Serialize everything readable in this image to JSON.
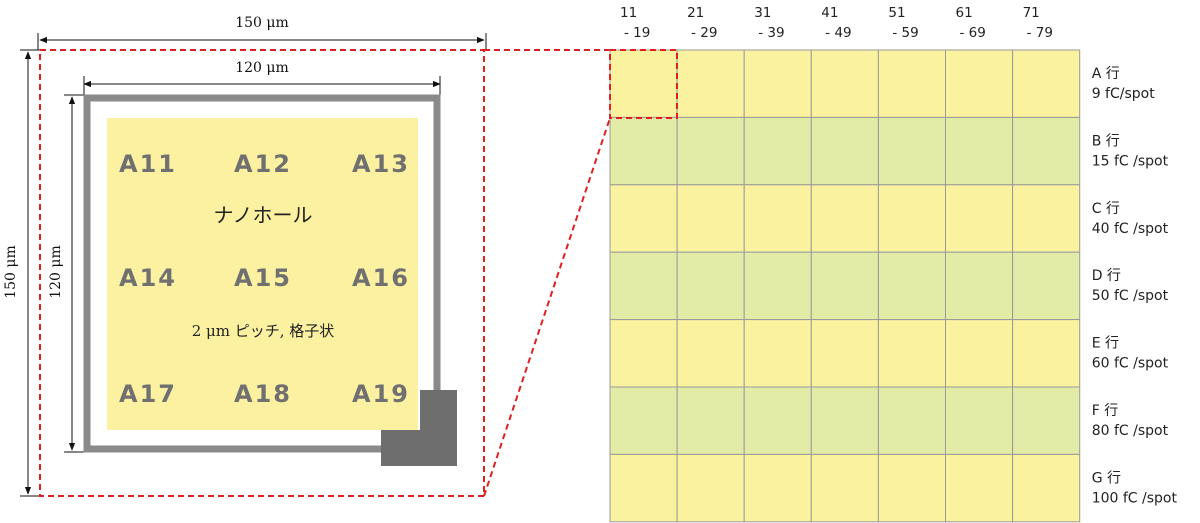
{
  "dimensions": {
    "outer_width": "150 μm",
    "outer_height": "150 μm",
    "inner_width": "120 μm",
    "inner_height": "120 μm"
  },
  "chip": {
    "labels": [
      "A11",
      "A12",
      "A13",
      "A14",
      "A15",
      "A16",
      "A17",
      "A18",
      "A19"
    ],
    "center_text": "ナノホール",
    "pitch_text": "2 μm ピッチ, 格子状"
  },
  "grid": {
    "columns": [
      {
        "top": "11",
        "bottom": "- 19"
      },
      {
        "top": "21",
        "bottom": "- 29"
      },
      {
        "top": "31",
        "bottom": "- 39"
      },
      {
        "top": "41",
        "bottom": "- 49"
      },
      {
        "top": "51",
        "bottom": "- 59"
      },
      {
        "top": "61",
        "bottom": "- 69"
      },
      {
        "top": "71",
        "bottom": "- 79"
      }
    ],
    "rows": [
      {
        "name": "A 行",
        "dose": "9 fC/spot"
      },
      {
        "name": "B 行",
        "dose": "15 fC /spot"
      },
      {
        "name": "C 行",
        "dose": "40 fC /spot"
      },
      {
        "name": "D 行",
        "dose": "50 fC /spot"
      },
      {
        "name": "E 行",
        "dose": "60 fC /spot"
      },
      {
        "name": "F 行",
        "dose": "80 fC /spot"
      },
      {
        "name": "G 行",
        "dose": "100 fC /spot"
      }
    ]
  },
  "colors": {
    "yellow_cell": "#fbf2a0",
    "green_cell": "#e3eca6",
    "chip_fill": "#fbf1a0",
    "frame_gray": "#8a8a8a",
    "pad_gray": "#6e6e6e",
    "highlight_red": "#e02020",
    "grid_line": "#9a9a9a"
  }
}
